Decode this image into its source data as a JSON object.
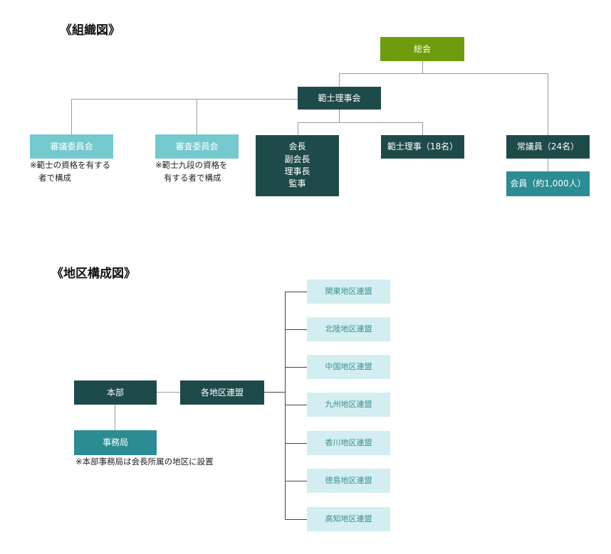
{
  "org_chart": {
    "heading": "《組織図》",
    "general_meeting": "総会",
    "board": "範士理事会",
    "deliberation_committee": "審議委員会",
    "deliberation_note": [
      "※範士の資格を有する",
      "者で構成"
    ],
    "examination_committee": "審査委員会",
    "examination_note": [
      "※範士九段の資格を",
      "有する者で構成"
    ],
    "officers": [
      "会長",
      "副会長",
      "理事長",
      "監事"
    ],
    "hanshi_directors": "範士理事（18名）",
    "standing_councilors": "常議員（24名）",
    "members": "会員（約1,000人）"
  },
  "region_chart": {
    "heading": "《地区構成図》",
    "headquarters": "本部",
    "regional_federations": "各地区連盟",
    "secretariat": "事務局",
    "secretariat_note": "※本部事務局は会長所属の地区に設置",
    "regions": [
      "関東地区連盟",
      "北陸地区連盟",
      "中国地区連盟",
      "九州地区連盟",
      "香川地区連盟",
      "徳島地区連盟",
      "高知地区連盟"
    ]
  }
}
